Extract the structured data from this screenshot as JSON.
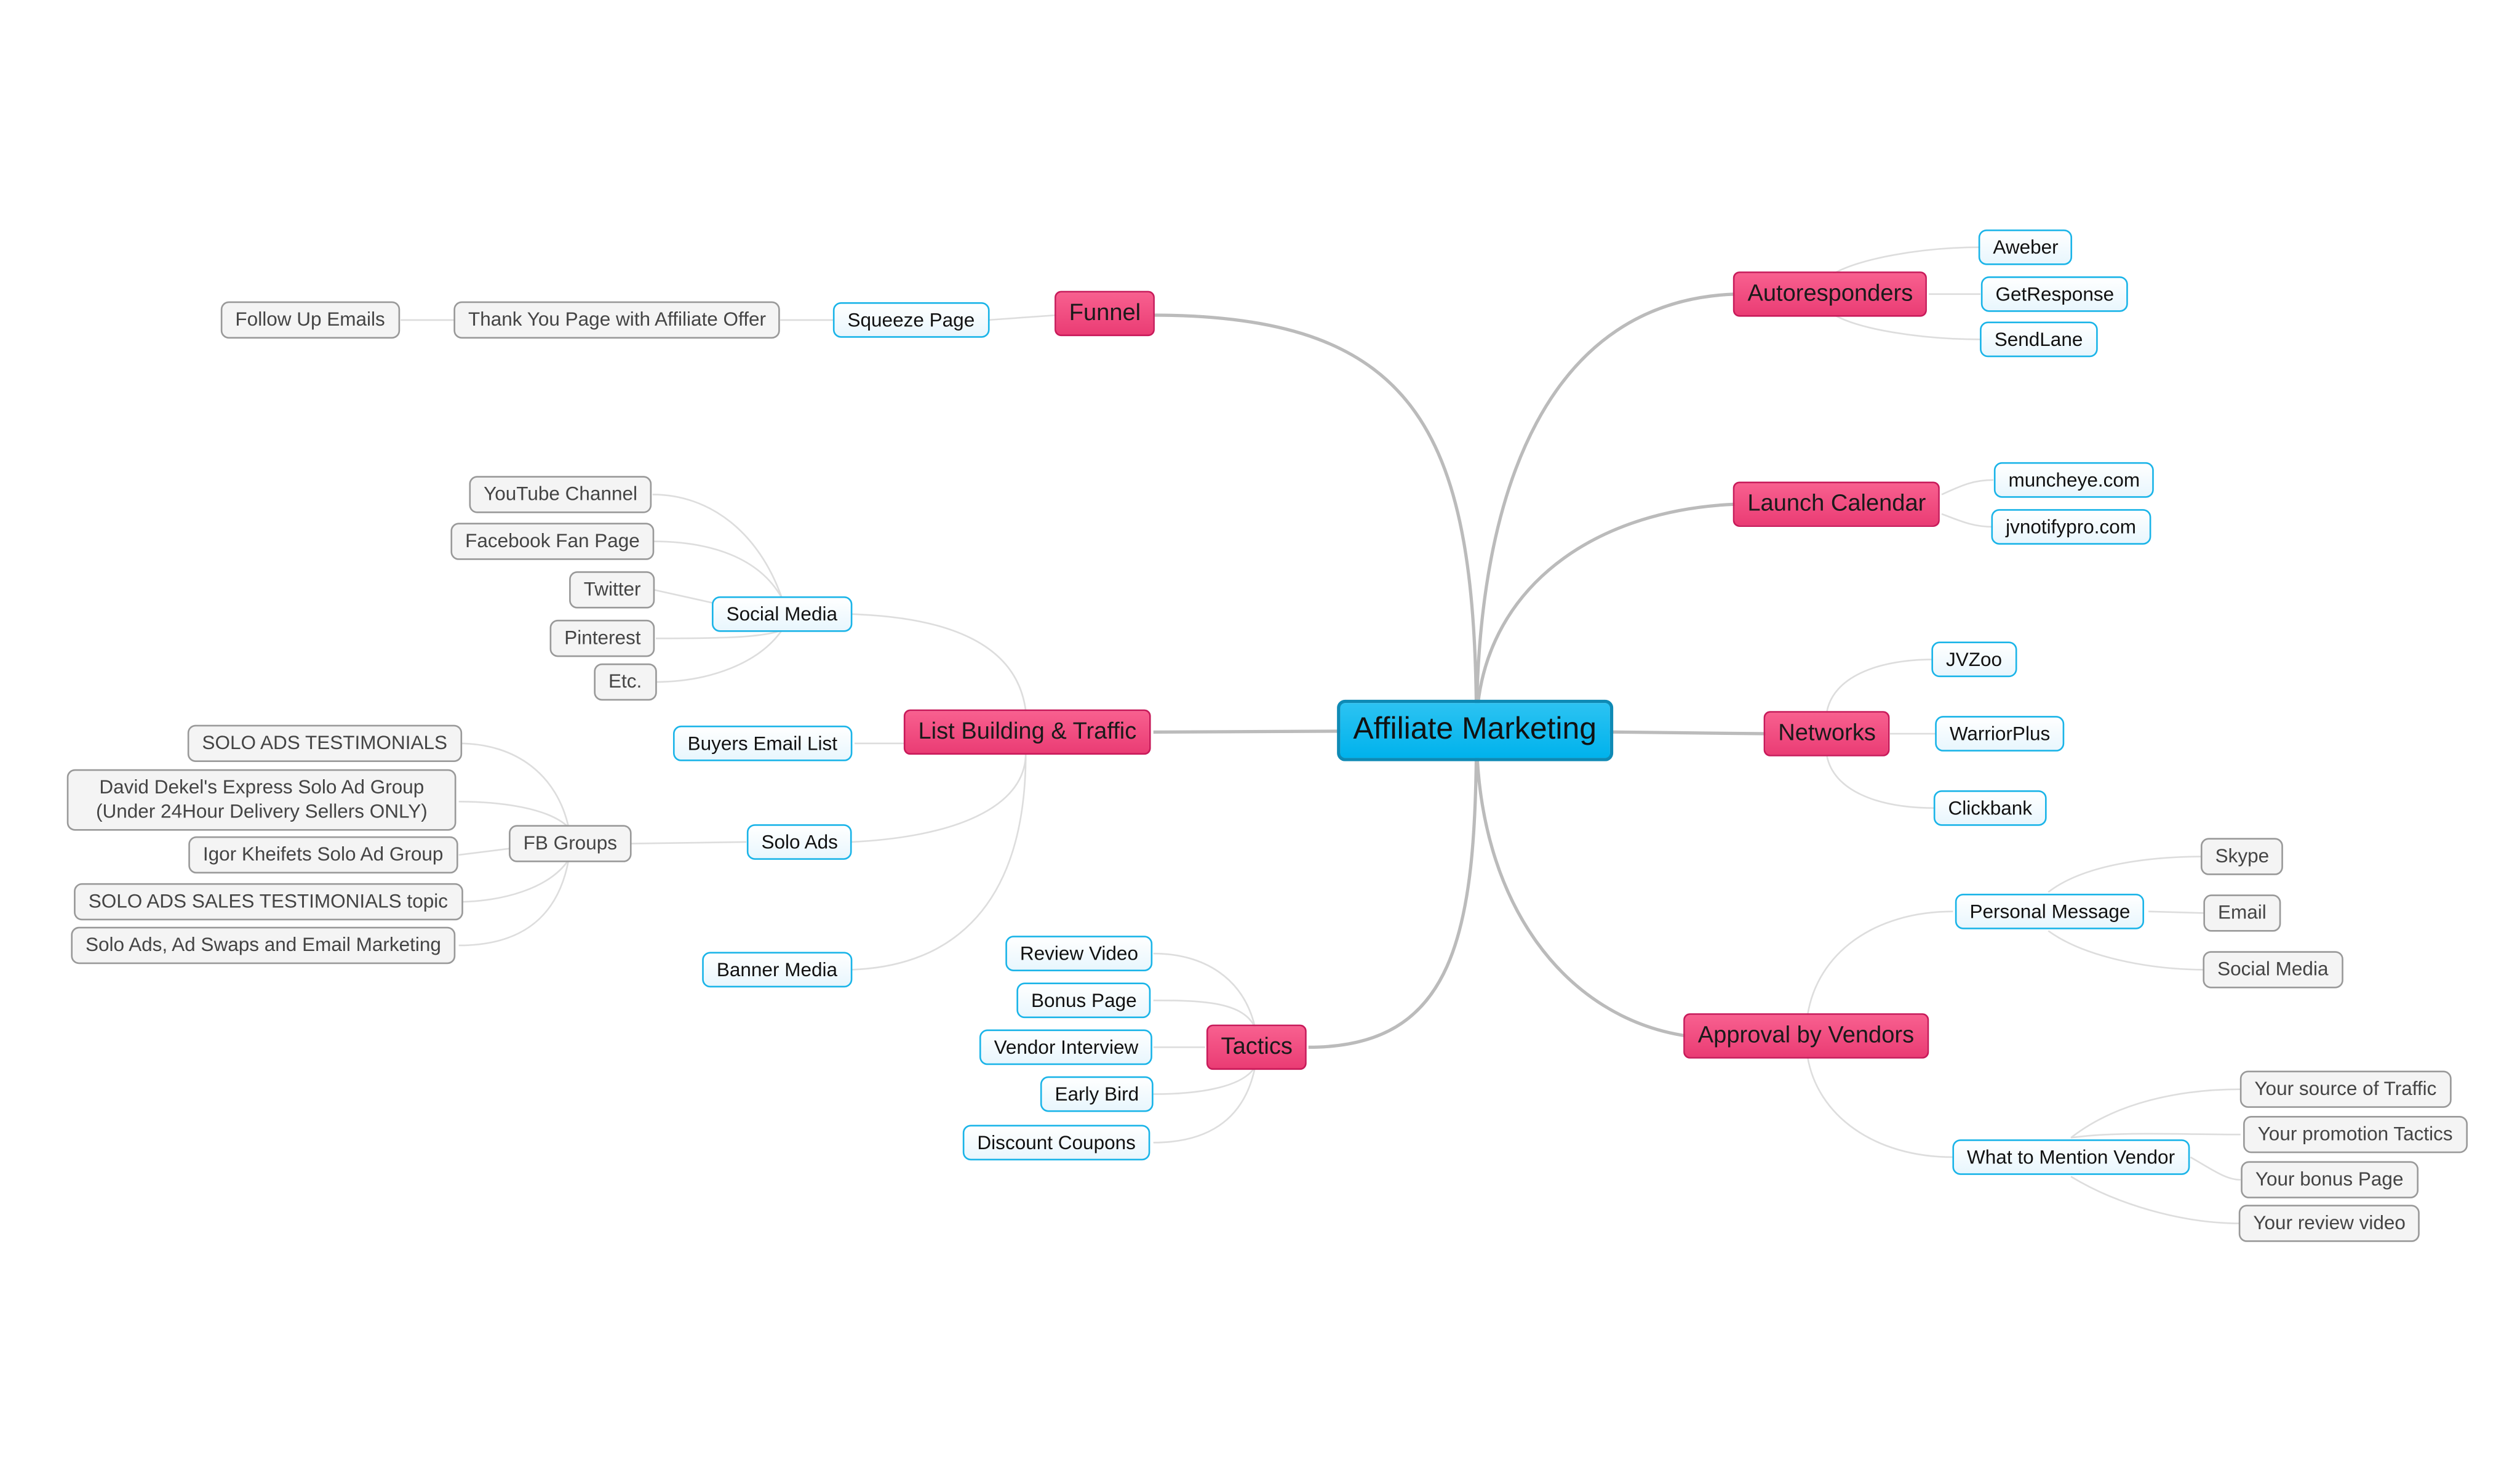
{
  "colors": {
    "root_fill": "#00b2ec",
    "main_fill": "#f0457c",
    "sub_border": "#1ab4e8",
    "leaf_border": "#999999",
    "main_link": "#bbbbbb",
    "leaf_link": "#dddddd"
  },
  "mindmap": {
    "root": "Affiliate Marketing",
    "funnel": {
      "label": "Funnel",
      "squeeze_page": "Squeeze Page",
      "thank_you_page": "Thank You Page with Affiliate Offer",
      "follow_up_emails": "Follow Up Emails"
    },
    "list_building": {
      "label": "List Building & Traffic",
      "social_media": {
        "label": "Social Media",
        "youtube": "YouTube Channel",
        "facebook": "Facebook Fan Page",
        "twitter": "Twitter",
        "pinterest": "Pinterest",
        "etc": "Etc."
      },
      "buyers_email_list": "Buyers Email List",
      "solo_ads": {
        "label": "Solo Ads",
        "fb_groups": {
          "label": "FB Groups",
          "solo_ads_testimonials": "SOLO ADS TESTIMONIALS",
          "david_dekel_line1": "David Dekel's Express Solo Ad Group",
          "david_dekel_line2": "(Under 24Hour Delivery Sellers ONLY)",
          "igor_kheifets": "Igor Kheifets Solo Ad Group",
          "solo_ads_sales": "SOLO ADS SALES TESTIMONIALS topic",
          "solo_ads_swaps": "Solo Ads, Ad Swaps and Email Marketing"
        }
      },
      "banner_media": "Banner Media"
    },
    "tactics": {
      "label": "Tactics",
      "review_video": "Review Video",
      "bonus_page": "Bonus Page",
      "vendor_interview": "Vendor Interview",
      "early_bird": "Early Bird",
      "discount_coupons": "Discount Coupons"
    },
    "autoresponders": {
      "label": "Autoresponders",
      "aweber": "Aweber",
      "getresponse": "GetResponse",
      "sendlane": "SendLane"
    },
    "launch_calendar": {
      "label": "Launch Calendar",
      "muncheye": "muncheye.com",
      "jvnotifypro": "jvnotifypro.com"
    },
    "networks": {
      "label": "Networks",
      "jvzoo": "JVZoo",
      "warriorplus": "WarriorPlus",
      "clickbank": "Clickbank"
    },
    "approval": {
      "label": "Approval by Vendors",
      "personal_message": {
        "label": "Personal Message",
        "skype": "Skype",
        "email": "Email",
        "social_media": "Social Media"
      },
      "what_to_mention": {
        "label": "What to Mention Vendor",
        "source_of_traffic": "Your source of Traffic",
        "promotion_tactics": "Your promotion Tactics",
        "bonus_page": "Your bonus Page",
        "review_video": "Your review video"
      }
    }
  }
}
